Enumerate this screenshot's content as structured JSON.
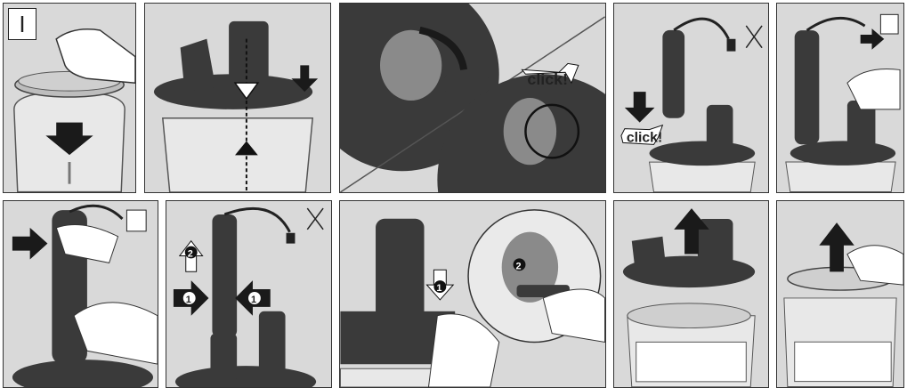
{
  "section_label": "I",
  "callouts": {
    "click_1": "click!",
    "click_2": "click!"
  },
  "step_numbers": {
    "one": "1",
    "two": "2"
  },
  "colors": {
    "panel_bg": "#d9d9d9",
    "dark_part": "#3a3a3a",
    "arrow": "#1a1a1a",
    "glass": "#e8e8e8",
    "highlight": "#ffffff"
  },
  "icons": [
    "unplug-icon",
    "plug-in-icon",
    "hand-icon",
    "arrow-down-icon",
    "arrow-up-icon",
    "arrow-right-icon",
    "arrow-left-icon"
  ]
}
